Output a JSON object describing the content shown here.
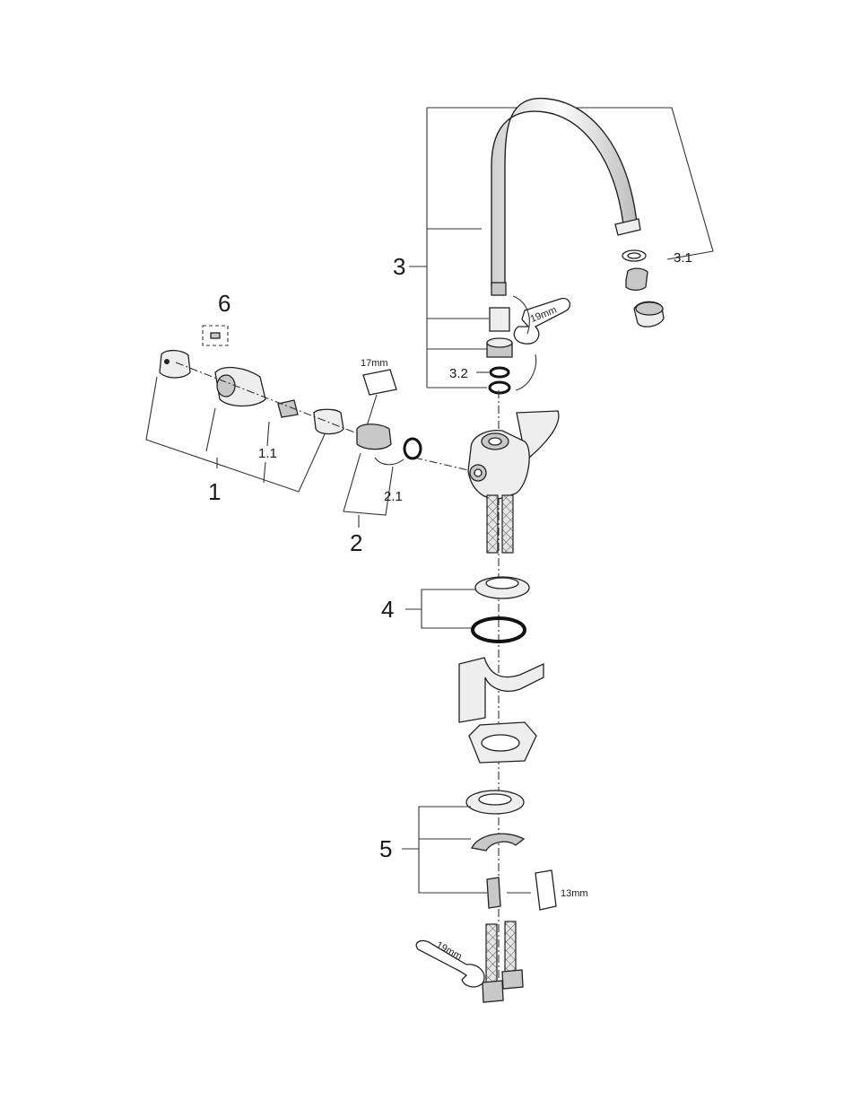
{
  "diagram": {
    "labels": {
      "item_1": "1",
      "item_1_1": "1.1",
      "item_2": "2",
      "item_2_1": "2.1",
      "item_3": "3",
      "item_3_1": "3.1",
      "item_3_2": "3.2",
      "item_4": "4",
      "item_5": "5",
      "item_6": "6"
    },
    "tools": {
      "wrench_top": "19mm",
      "wrench_bottom": "19mm",
      "socket_17": "17mm",
      "socket_13": "13mm"
    },
    "colors": {
      "line": "#333333",
      "part_fill": "#eeeeee",
      "part_shade": "#c8c8c8",
      "ring": "#111111"
    }
  }
}
